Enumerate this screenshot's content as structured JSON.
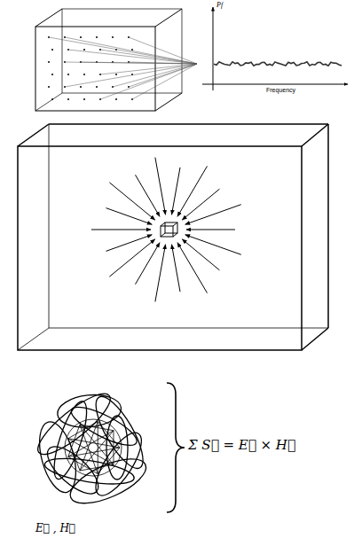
{
  "diagram": {
    "labels": [
      "Pf",
      "Frequency",
      "Σ S⃗ = E⃗ × H⃗",
      "E⃗ , H⃗"
    ]
  }
}
